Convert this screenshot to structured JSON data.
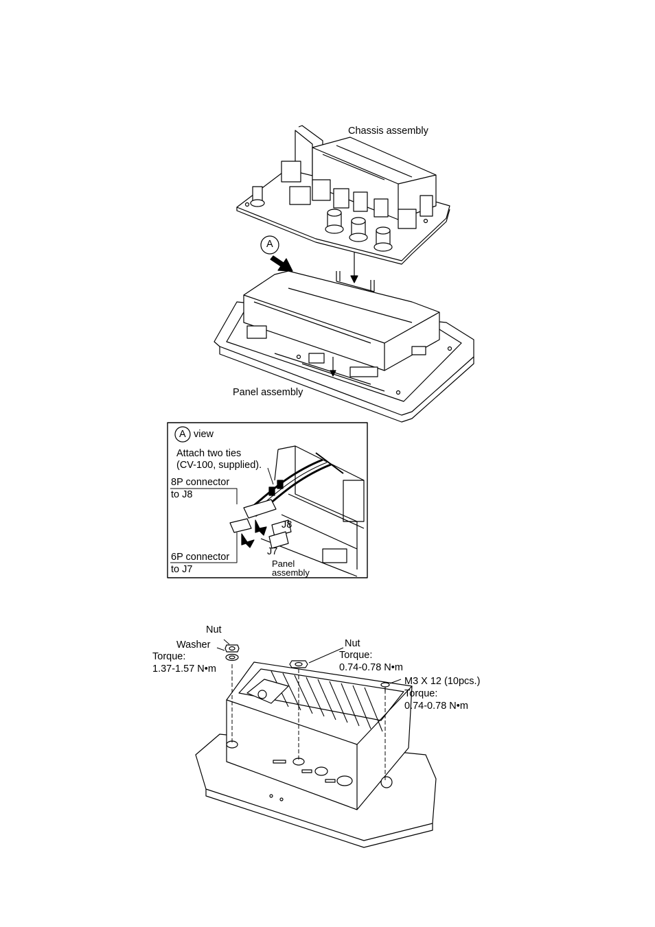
{
  "figure1": {
    "chassis_label": "Chassis assembly",
    "panel_label": "Panel assembly",
    "callout_letter": "A"
  },
  "figure2": {
    "title_letter": "A",
    "title_suffix": "view",
    "ties_line1": "Attach two ties",
    "ties_line2": "(CV-100, supplied).",
    "p8_line1": "8P connector",
    "p8_line2": "to J8",
    "p6_line1": "6P connector",
    "p6_line2": "to J7",
    "j8": "J8",
    "j7": "J7",
    "panel_line1": "Panel",
    "panel_line2": "assembly"
  },
  "figure3": {
    "nut_left": "Nut",
    "washer": "Washer",
    "torque_left_label": "Torque:",
    "torque_left_value": "1.37-1.57 N•m",
    "nut_right": "Nut",
    "torque_right_label": "Torque:",
    "torque_right_value": "0.74-0.78 N•m",
    "screw_spec": "M3 X 12 (10pcs.)",
    "screw_torque_label": "Torque:",
    "screw_torque_value": "0.74-0.78 N•m"
  }
}
